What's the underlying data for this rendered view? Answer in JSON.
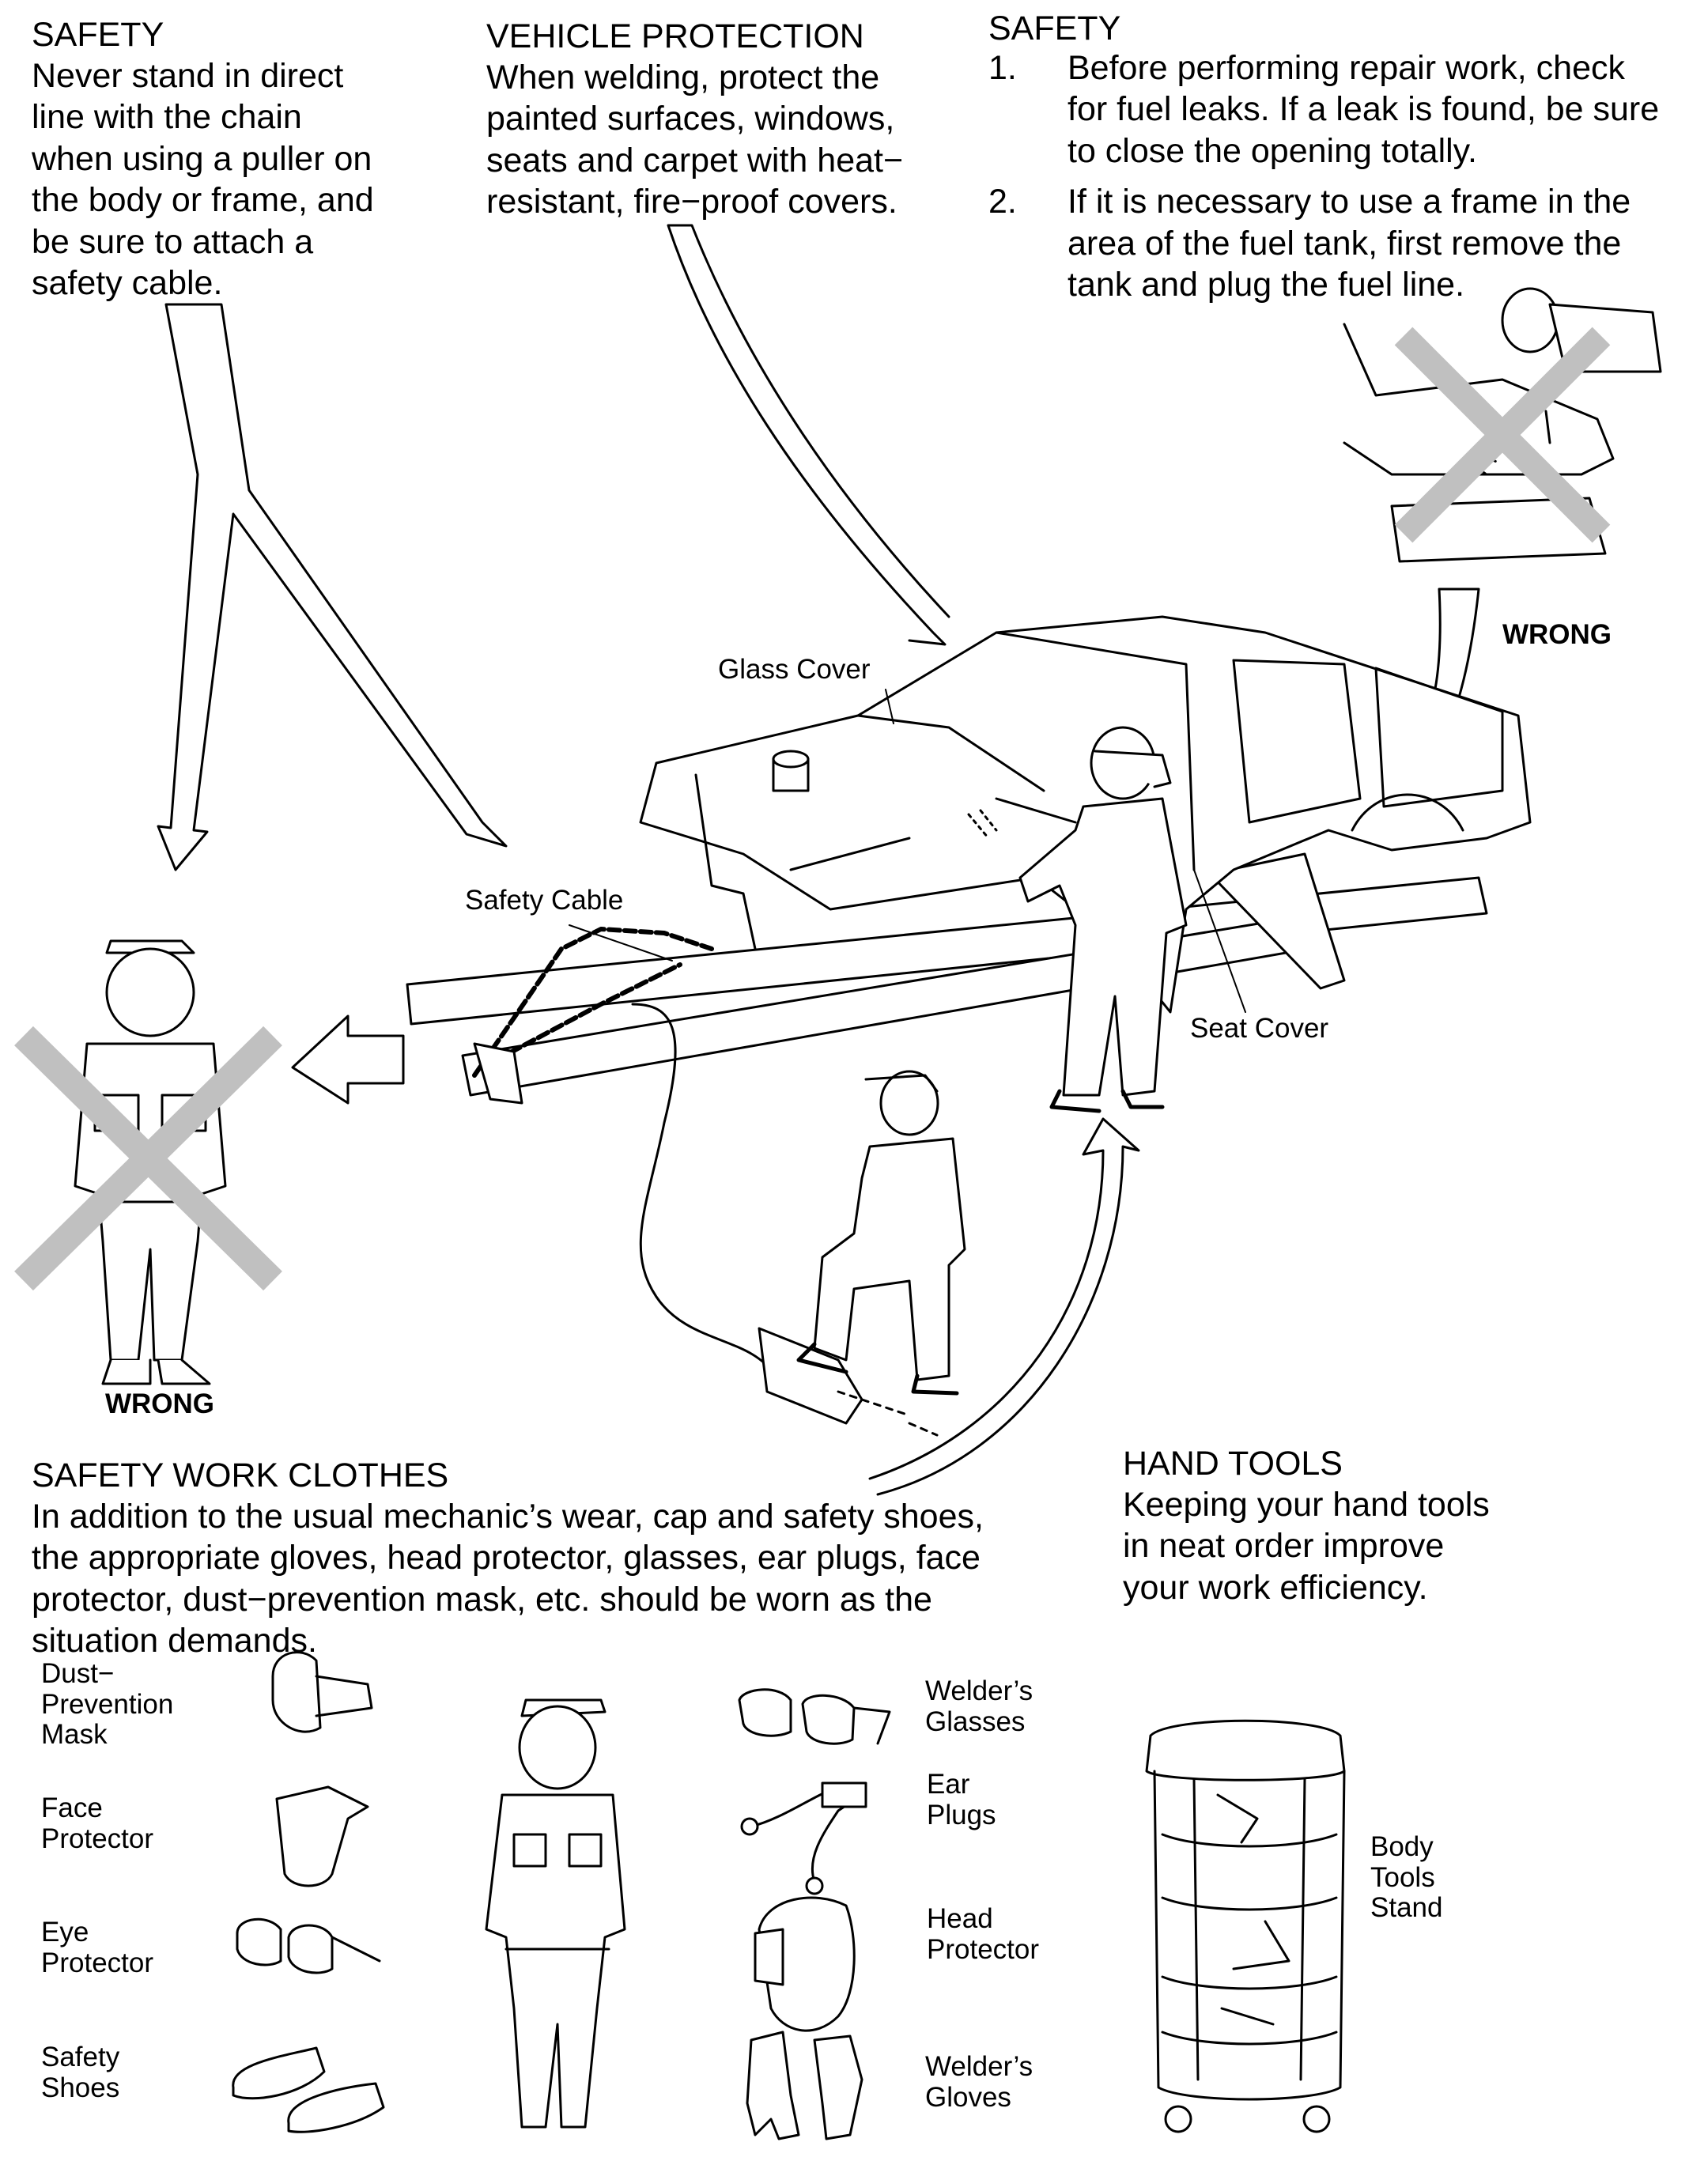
{
  "top_left": {
    "heading": "SAFETY",
    "body": "Never stand in direct\nline with the chain\nwhen using a puller on\nthe body or frame, and\nbe sure to attach a\nsafety cable."
  },
  "top_center": {
    "heading": "VEHICLE PROTECTION",
    "body": "When welding, protect the\npainted surfaces, windows,\nseats and carpet with heat−\nresistant, fire−proof covers."
  },
  "top_right": {
    "heading": "SAFETY",
    "items": [
      {
        "num": "1.",
        "text": "Before performing repair work, check\nfor fuel leaks. If a leak is found, be sure\nto close the opening totally."
      },
      {
        "num": "2.",
        "text": "If it is necessary to use a frame in the\narea of the fuel tank, first remove the\ntank and plug the fuel line."
      }
    ]
  },
  "callouts": {
    "glass_cover": "Glass Cover",
    "safety_cable": "Safety Cable",
    "seat_cover": "Seat Cover",
    "wrong_fuel": "WRONG",
    "wrong_person": "WRONG"
  },
  "work_clothes": {
    "heading": "SAFETY WORK CLOTHES",
    "body": "In addition to the usual mechanic’s wear, cap and safety shoes,\nthe appropriate gloves, head protector, glasses, ear plugs, face\nprotector, dust−prevention mask, etc. should be worn as the\nsituation demands."
  },
  "hand_tools": {
    "heading": "HAND TOOLS",
    "body": "Keeping your hand tools\nin neat order improve\nyour work efficiency."
  },
  "gear_labels": {
    "dust_mask": "Dust−\nPrevention\nMask",
    "face_protector": "Face\nProtector",
    "eye_protector": "Eye\nProtector",
    "safety_shoes": "Safety\nShoes",
    "welders_glasses": "Welder’s\nGlasses",
    "ear_plugs": "Ear\nPlugs",
    "head_protector": "Head\nProtector",
    "welders_gloves": "Welder’s\nGloves",
    "body_tools_stand": "Body\nTools\nStand"
  },
  "colors": {
    "line": "#000000",
    "cross": "#c0c0c0"
  }
}
